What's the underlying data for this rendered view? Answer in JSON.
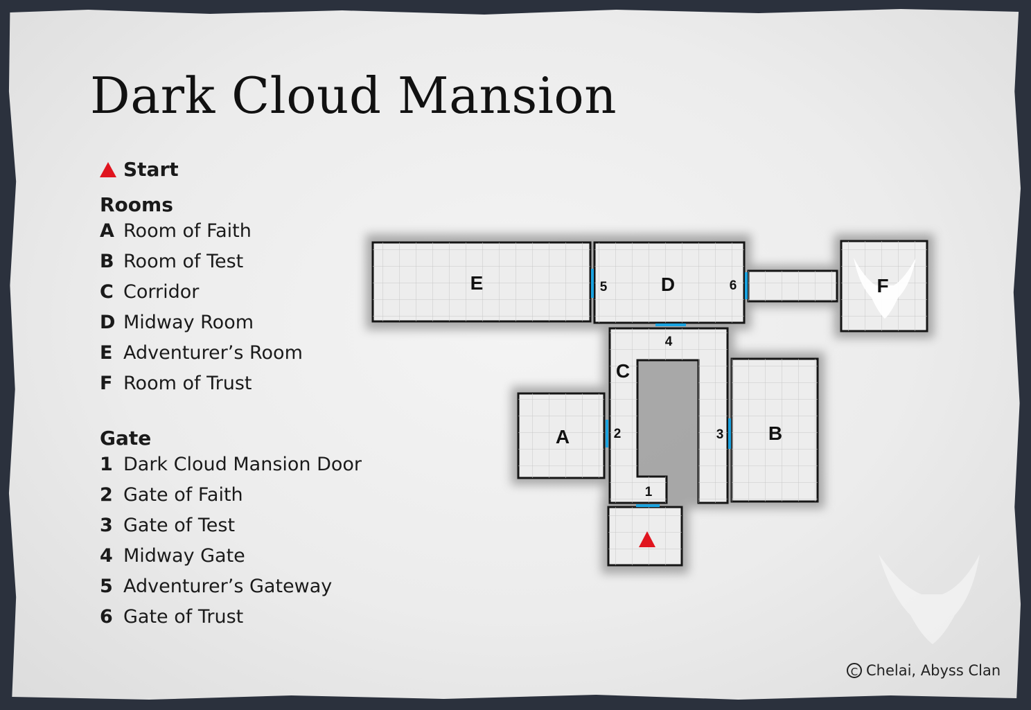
{
  "title": "Dark Cloud Mansion",
  "start_label": "Start",
  "rooms_heading": "Rooms",
  "rooms": [
    {
      "key": "A",
      "name": "Room of Faith"
    },
    {
      "key": "B",
      "name": "Room of Test"
    },
    {
      "key": "C",
      "name": "Corridor"
    },
    {
      "key": "D",
      "name": "Midway Room"
    },
    {
      "key": "E",
      "name": "Adventurer’s Room"
    },
    {
      "key": "F",
      "name": "Room of Trust"
    }
  ],
  "gates_heading": "Gate",
  "gates": [
    {
      "key": "1",
      "name": "Dark Cloud Mansion Door"
    },
    {
      "key": "2",
      "name": "Gate of Faith"
    },
    {
      "key": "3",
      "name": "Gate of Test"
    },
    {
      "key": "4",
      "name": "Midway Gate"
    },
    {
      "key": "5",
      "name": "Adventurer’s Gateway"
    },
    {
      "key": "6",
      "name": "Gate of Trust"
    }
  ],
  "copyright_symbol": "C",
  "copyright": "Chelai, Abyss Clan",
  "colors": {
    "start_marker": "#e0141e",
    "gate": "#1aa3e0",
    "background": "#2b313d"
  },
  "icons": [
    "start-triangle-icon",
    "copyright-icon",
    "clan-emblem-icon"
  ]
}
